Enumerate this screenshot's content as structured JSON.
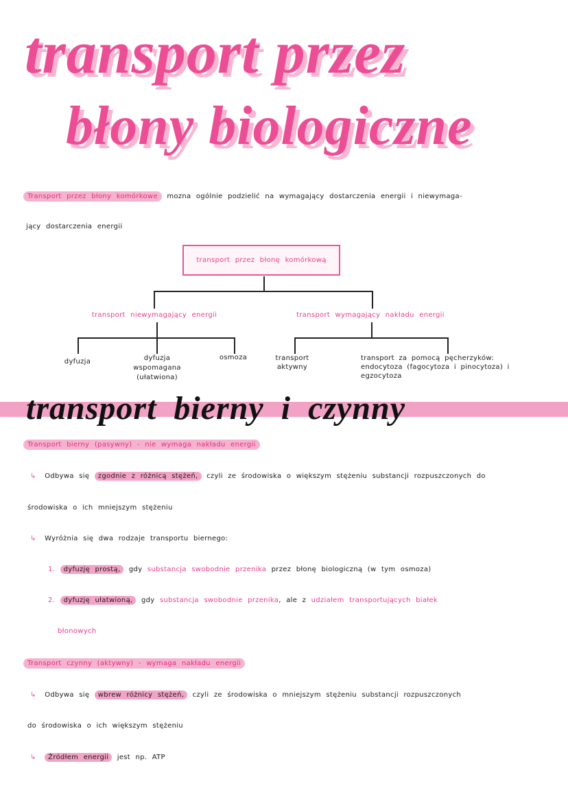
{
  "title": {
    "line1": "transport przez",
    "line2": "błony biologiczne"
  },
  "intro": {
    "highlight": "Transport przez błony komórkowe",
    "text1": "mozna ogólnie podzielić na wymagający dostarczenia energii i niewymaga-",
    "text2": "jący dostarczenia energii"
  },
  "diagram": {
    "root": "transport przez błonę komórkową",
    "left": {
      "label": "transport niewymagający energii",
      "children": [
        "dyfuzja",
        "dyfuzja wspomagana (ułatwiona)",
        "osmoza"
      ]
    },
    "right": {
      "label": "transport wymagający nakładu energii",
      "children": [
        "transport aktywny",
        "transport za pomocą pęcherzyków: endocytoza (fagocytoza i pinocytoza) i egzocytoza"
      ]
    }
  },
  "section_title": "transport bierny i czynny",
  "passive": {
    "heading": "Transport bierny (pasywny) - nie wymaga nakładu energii",
    "p1_pre": "Odbywa się",
    "p1_hl": "zgodnie z różnicą stężeń,",
    "p1_post": "czyli ze środowiska o większym stężeniu substancji rozpuszczonych do",
    "p1_cont": "środowiska o ich mniejszym stężeniu",
    "p2": "Wyróżnia się dwa rodzaje transportu biernego:",
    "item1": {
      "num": "1.",
      "hl": "dyfuzję prostą,",
      "gdy": "gdy",
      "pink": "substancja swobodnie przenika",
      "rest": "przez błonę biologiczną (w tym osmoza)"
    },
    "item2": {
      "num": "2.",
      "hl": "dyfuzję ułatwioną,",
      "gdy": "gdy",
      "pink1": "substancja swobodnie przenika",
      "mid": ", ale z",
      "pink2": "udziałem transportujących białek",
      "cont": "błonowych"
    }
  },
  "active": {
    "heading": "Transport czynny (aktywny) - wymaga nakładu energii",
    "p1_pre": "Odbywa się",
    "p1_hl": "wbrew różnicy stężeń,",
    "p1_post": "czyli ze środowiska o mniejszym stężeniu substancji rozpuszczonych",
    "p1_cont": "do środowiska o ich większym stężeniu",
    "p2_hl": "Źródłem energii",
    "p2_post": "jest np. ATP"
  },
  "colors": {
    "accent": "#ec4e95",
    "highlight": "#f3a3c6",
    "shadow": "#f8b6d2"
  },
  "icons": {
    "bullet": "arrow-return-icon"
  }
}
